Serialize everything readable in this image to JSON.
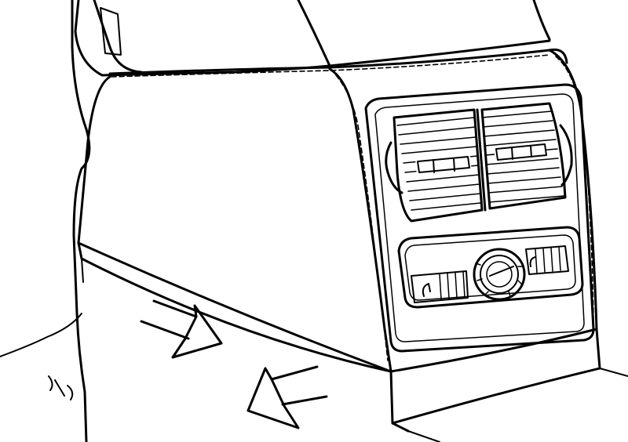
{
  "figure": {
    "kind": "technical line illustration",
    "colors": {
      "ink": "#000000",
      "paper": "#ffffff"
    },
    "parts": [
      "armrest",
      "center-console",
      "air-vent-left",
      "air-vent-right",
      "climate-control-panel",
      "temperature-knob",
      "lower-trim-panel"
    ],
    "arrows": [
      {
        "name": "pull-arrow-upper",
        "direction": "down-right"
      },
      {
        "name": "pull-arrow-lower",
        "direction": "down-left"
      }
    ]
  }
}
